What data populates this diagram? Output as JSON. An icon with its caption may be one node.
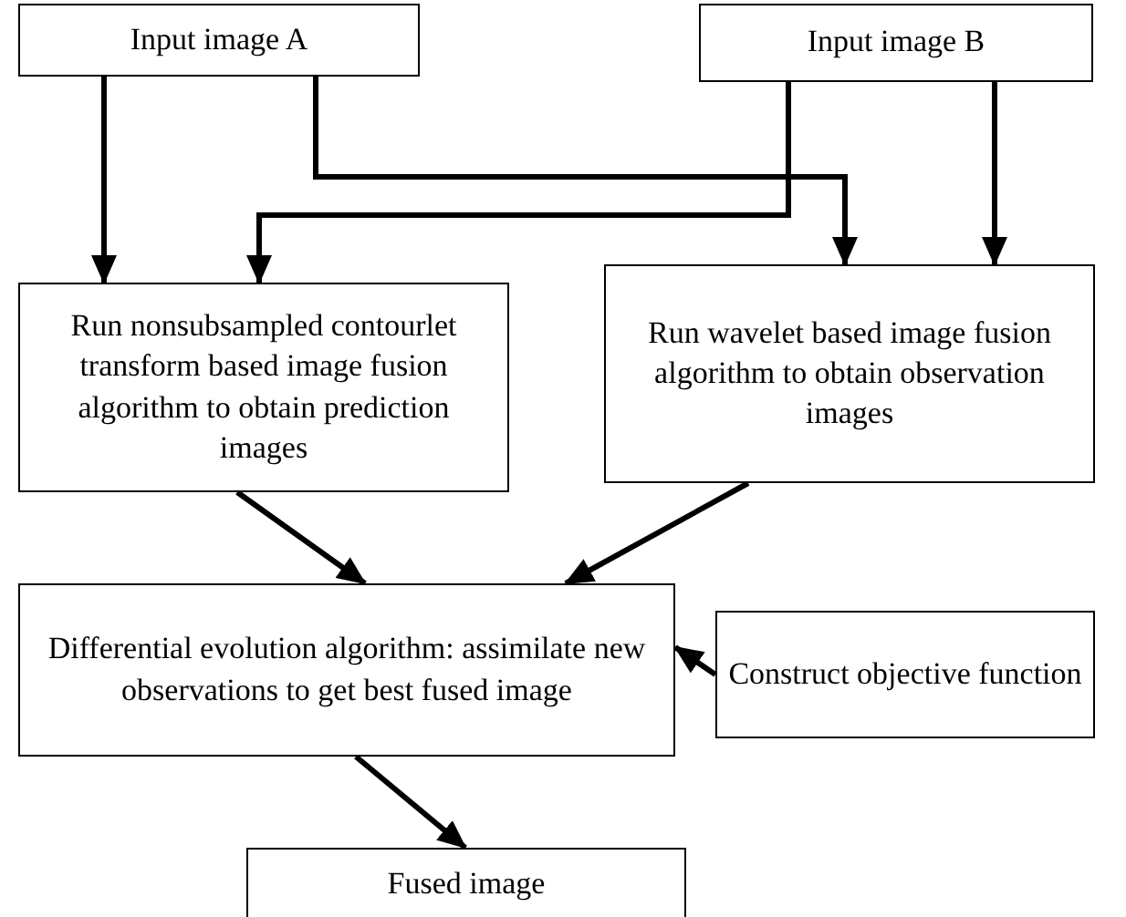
{
  "diagram": {
    "nodes": [
      {
        "text": [
          "Input image A"
        ]
      },
      {
        "text": [
          "Input image B"
        ]
      },
      {
        "text": [
          "Run nonsubsampled contourlet transform based image fusion algorithm to obtain prediction images"
        ]
      },
      {
        "text": [
          "Run wavelet based image fusion algorithm to obtain observation images"
        ]
      },
      {
        "text": [
          "Differential evolution algorithm: assimilate new observations to get best fused image"
        ]
      },
      {
        "text": [
          "Construct objective function"
        ]
      },
      {
        "text": [
          "Fused image"
        ]
      }
    ],
    "edges": [
      {
        "from": 0,
        "to": 2,
        "arrow": "to"
      },
      {
        "from": 0,
        "to": 3,
        "arrow": "to"
      },
      {
        "from": 1,
        "to": 2,
        "arrow": "to"
      },
      {
        "from": 1,
        "to": 3,
        "arrow": "to"
      },
      {
        "from": 2,
        "to": 4,
        "arrow": "to"
      },
      {
        "from": 3,
        "to": 4,
        "arrow": "to"
      },
      {
        "from": 5,
        "to": 4,
        "arrow": "to"
      },
      {
        "from": 4,
        "to": 6,
        "arrow": "to"
      }
    ]
  }
}
